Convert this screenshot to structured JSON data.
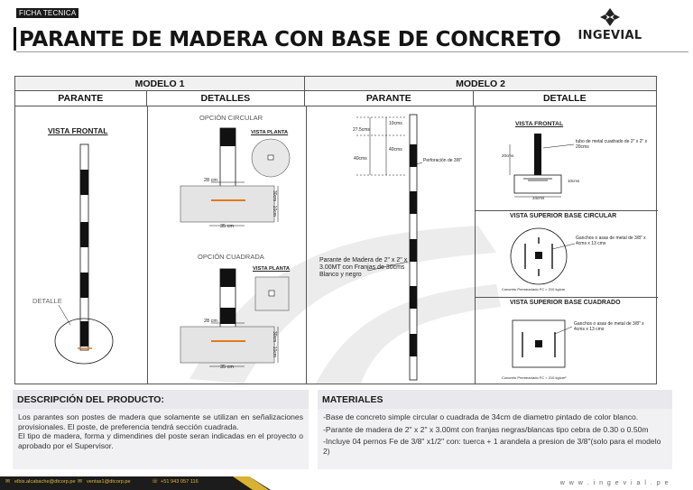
{
  "header": {
    "tag": "FICHA TECNICA",
    "title": "PARANTE DE MADERA CON BASE DE CONCRETO",
    "brand": "INGEVIAL"
  },
  "table": {
    "model1": "MODELO 1",
    "model2": "MODELO 2",
    "cols": [
      "PARANTE",
      "DETALLES",
      "PARANTE",
      "DETALLE"
    ]
  },
  "model1": {
    "vista_frontal": "VISTA FRONTAL",
    "detalle": "DETALLE",
    "opcion_circular": "OPCIÓN CIRCULAR",
    "opcion_cuadrada": "OPCIÓN CUADRADA",
    "vista_planta": "VISTA PLANTA",
    "dim_28": "28 cm",
    "dim_35": "35 cm",
    "dim_side": "30cm - 10cm"
  },
  "model2": {
    "dim_10": "10cms",
    "dim_27": "27.5cms",
    "dim_40a": "40cms",
    "dim_40b": "40cms",
    "perforacion": "Perforación de 3/8\"",
    "parante_desc": "Parante de Madera de 2\" x 2\" x 3.00MT con Franjas de 30cms Blanco y negro",
    "vista_frontal": "VISTA FRONTAL",
    "tubo": "tubo de metal cuadrado de 2\" x 2\" x 20cms",
    "dim_20": "20cms",
    "dim_10b": "10cms",
    "dim_34": "34cms",
    "circ_title": "VISTA SUPERIOR BASE CIRCULAR",
    "circ_note": "Ganchos o asas de metal de 3/8\" x 4cms x 13 cms",
    "circ_concreto": "Concreto Premezclado FC = 210 kg/cm",
    "sq_title": "VISTA SUPERIOR BASE CUADRADO",
    "sq_note": "Ganchos o asas de metal de 3/8\" x 4cms x 13 cms",
    "sq_concreto": "Concreto Premezclado FC = 210 kg/cm²"
  },
  "descripcion": {
    "title": "DESCRIPCIÓN DEL PRODUCTO:",
    "p1": "Los parantes son postes de madera que solamente se utilizan en señalizaciones provisionales. El poste, de preferencia tendrá sección cuadrada.",
    "p2": "El tipo de madera, forma y dimendines del poste seran indicadas en el proyecto o aprobado por el Supervisor."
  },
  "materiales": {
    "title": "MATERIALES",
    "items": [
      "-Base de concreto simple circular o cuadrada de 34cm de diametro pintado de color blanco.",
      "-Parante de madera de 2\" x 2\" x 3.00mt con franjas negras/blancas tipo cebra de 0.30 o 0.50m",
      "-Incluye 04 pernos  Fe de 3/8\" x1/2\" con: tuerca + 1 arandela a presion de 3/8\"(solo para el modelo 2)"
    ]
  },
  "footer": {
    "email1": "elbis.alcabache@dtcorp.pe",
    "email2": "ventas1@dtcorp.pe",
    "phone": "+51 943 057 116",
    "web": "w w w . i n g e v i a l . p e"
  },
  "colors": {
    "accent": "#d9b233",
    "dark": "#1c1c1c",
    "orange": "#e07a1c"
  }
}
